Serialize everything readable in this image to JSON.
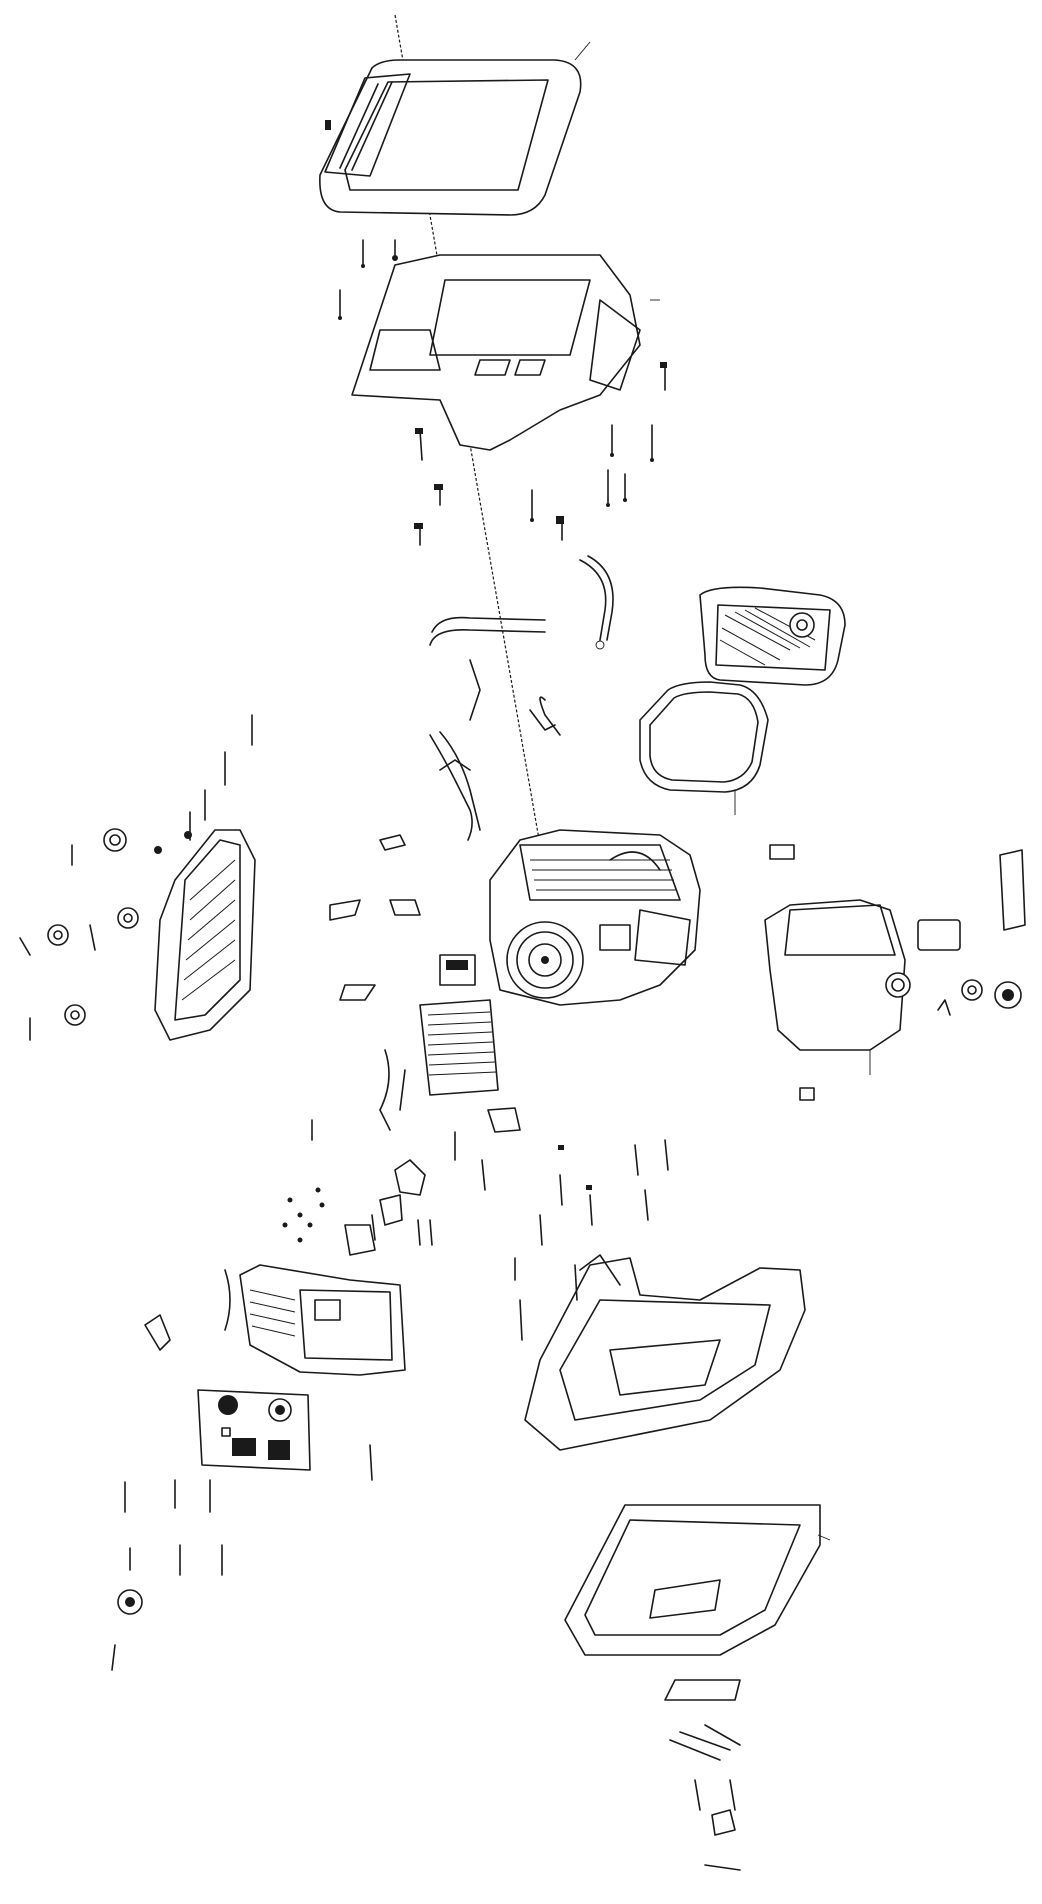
{
  "diagram": {
    "type": "exploded-parts-view",
    "line_color": "#1a1a1a",
    "background": "#ffffff",
    "assemblies": [
      {
        "id": "top-handle-frame",
        "icon": "handle-frame-icon"
      },
      {
        "id": "upper-cover",
        "icon": "cover-shell-icon"
      },
      {
        "id": "air-filter-cover",
        "icon": "louvered-grille-icon"
      },
      {
        "id": "gasket-ring",
        "icon": "gasket-ring-icon"
      },
      {
        "id": "engine-block",
        "icon": "engine-icon"
      },
      {
        "id": "fuel-tank",
        "icon": "tank-icon"
      },
      {
        "id": "side-panel-left",
        "icon": "side-panel-icon"
      },
      {
        "id": "inverter-module",
        "icon": "heatsink-icon"
      },
      {
        "id": "control-panel-housing",
        "icon": "housing-icon"
      },
      {
        "id": "outlet-plate",
        "icon": "outlet-plate-icon"
      },
      {
        "id": "lower-base",
        "icon": "base-tray-icon"
      },
      {
        "id": "bottom-tray",
        "icon": "tray-icon"
      },
      {
        "id": "small-bracket",
        "icon": "bracket-icon"
      }
    ]
  }
}
